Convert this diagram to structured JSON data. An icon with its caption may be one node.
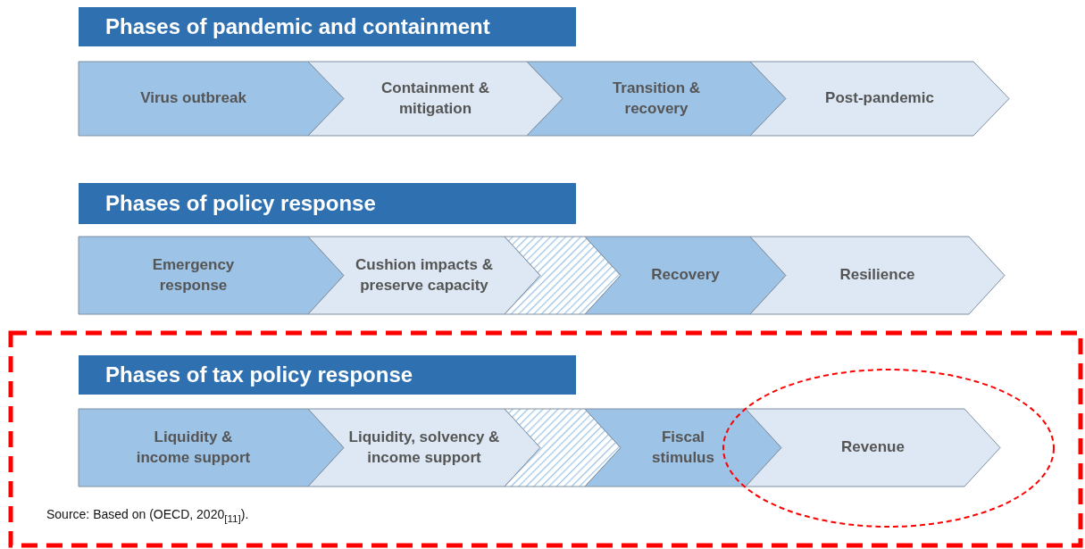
{
  "diagram": {
    "nodes": [
      {
        "text": [
          "Phases of pandemic and containment"
        ]
      },
      {
        "text": [
          "Virus outbreak"
        ]
      },
      {
        "text": [
          "Containment & mitigation"
        ]
      },
      {
        "text": [
          "Transition & recovery"
        ]
      },
      {
        "text": [
          "Post-pandemic"
        ]
      },
      {
        "text": [
          "Phases of policy response"
        ]
      },
      {
        "text": [
          "Emergency response"
        ]
      },
      {
        "text": [
          "Cushion impacts & preserve capacity"
        ]
      },
      {
        "text": [],
        "shape": "chevron"
      },
      {
        "text": [
          "Recovery"
        ]
      },
      {
        "text": [
          "Resilience"
        ]
      },
      {
        "text": [
          "Phases of tax policy response"
        ]
      },
      {
        "text": [
          "Liquidity & income support"
        ]
      },
      {
        "text": [
          "Liquidity, solvency & income support"
        ]
      },
      {
        "text": [],
        "shape": "chevron"
      },
      {
        "text": [
          "Fiscal stimulus"
        ]
      },
      {
        "text": [
          "Revenue"
        ]
      }
    ],
    "labels": [
      "Source: Based on (OECD, 2020$_{[11]}$)."
    ]
  }
}
